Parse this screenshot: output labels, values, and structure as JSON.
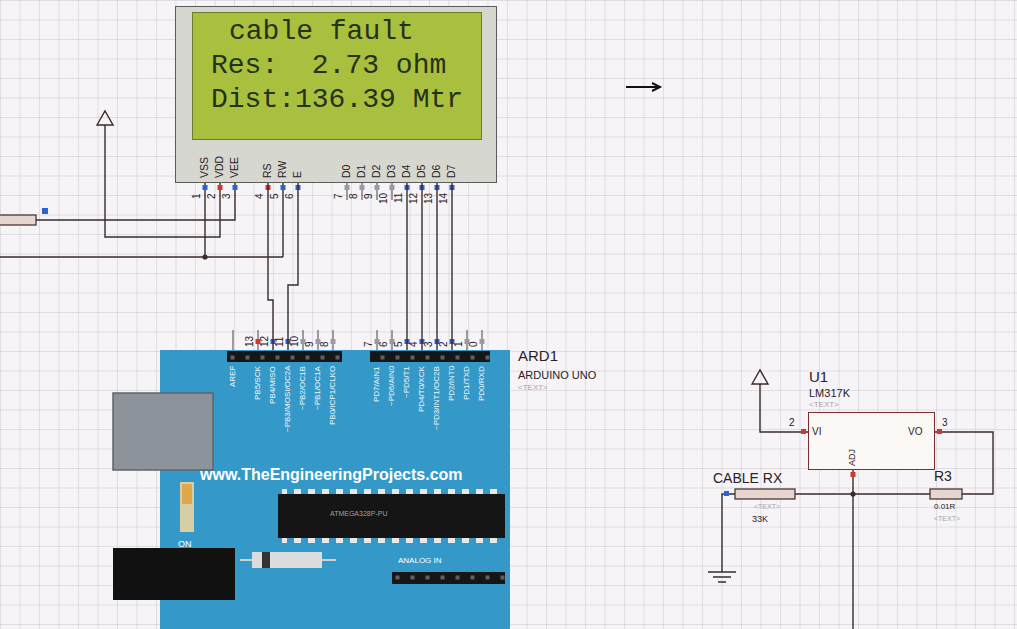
{
  "diagram": {
    "nodes": [
      {
        "text": [
          "cable fault",
          "Res:  2.73 ohm",
          "Dist:136.39 Mtr"
        ]
      },
      {
        "text": [
          "ARD1",
          "ARDUINO UNO",
          "<TEXT>"
        ]
      },
      {
        "text": [
          "U1",
          "LM317K",
          "<TEXT>"
        ]
      }
    ],
    "edges": [
      {
        "from": 0,
        "to": 1,
        "arrow": "none"
      },
      {
        "from": 0,
        "to": 1,
        "arrow": "none"
      },
      {
        "from": 0,
        "to": 1,
        "arrow": "none"
      },
      {
        "from": 0,
        "to": 1,
        "arrow": "none"
      },
      {
        "from": 0,
        "to": 1,
        "arrow": "none"
      },
      {
        "from": 0,
        "to": 1,
        "arrow": "none"
      }
    ],
    "labels": [
      "VSS",
      "VDD",
      "VEE",
      "RS",
      "RW",
      "E",
      "D0",
      "D1",
      "D2",
      "D3",
      "D4",
      "D5",
      "D6",
      "D7",
      "1",
      "2",
      "3",
      "4",
      "5",
      "6",
      "7",
      "8",
      "9",
      "10",
      "11",
      "12",
      "13",
      "14",
      "13",
      "12",
      "11",
      "10",
      "9",
      "8",
      "7",
      "6",
      "5",
      "4",
      "3",
      "2",
      "1",
      "0",
      "AREF",
      "PB5/SCK",
      "PB4/MISO",
      "~PB3/MOSI/OC2A",
      "~PB2/OC1B",
      "~PB1/OC1A",
      "PB0/ICP1/CLKO",
      "PD7/AIN1",
      "~PD6/AIN0",
      "~PD5/T1",
      "PD4/T0/XCK",
      "~PD3/INT1/OC2B",
      "PD2/INT0",
      "PD1/TXD",
      "PD0/RXD",
      "www.TheEngineeringProjects.com",
      "ON",
      "ATMEGA328P-PU",
      "ANALOG IN",
      "VI",
      "VO",
      "ADJ",
      "2",
      "3",
      "CABLE RX",
      "<TEXT>",
      "33K",
      "R3",
      "0.01R",
      "<TEXT>"
    ]
  }
}
